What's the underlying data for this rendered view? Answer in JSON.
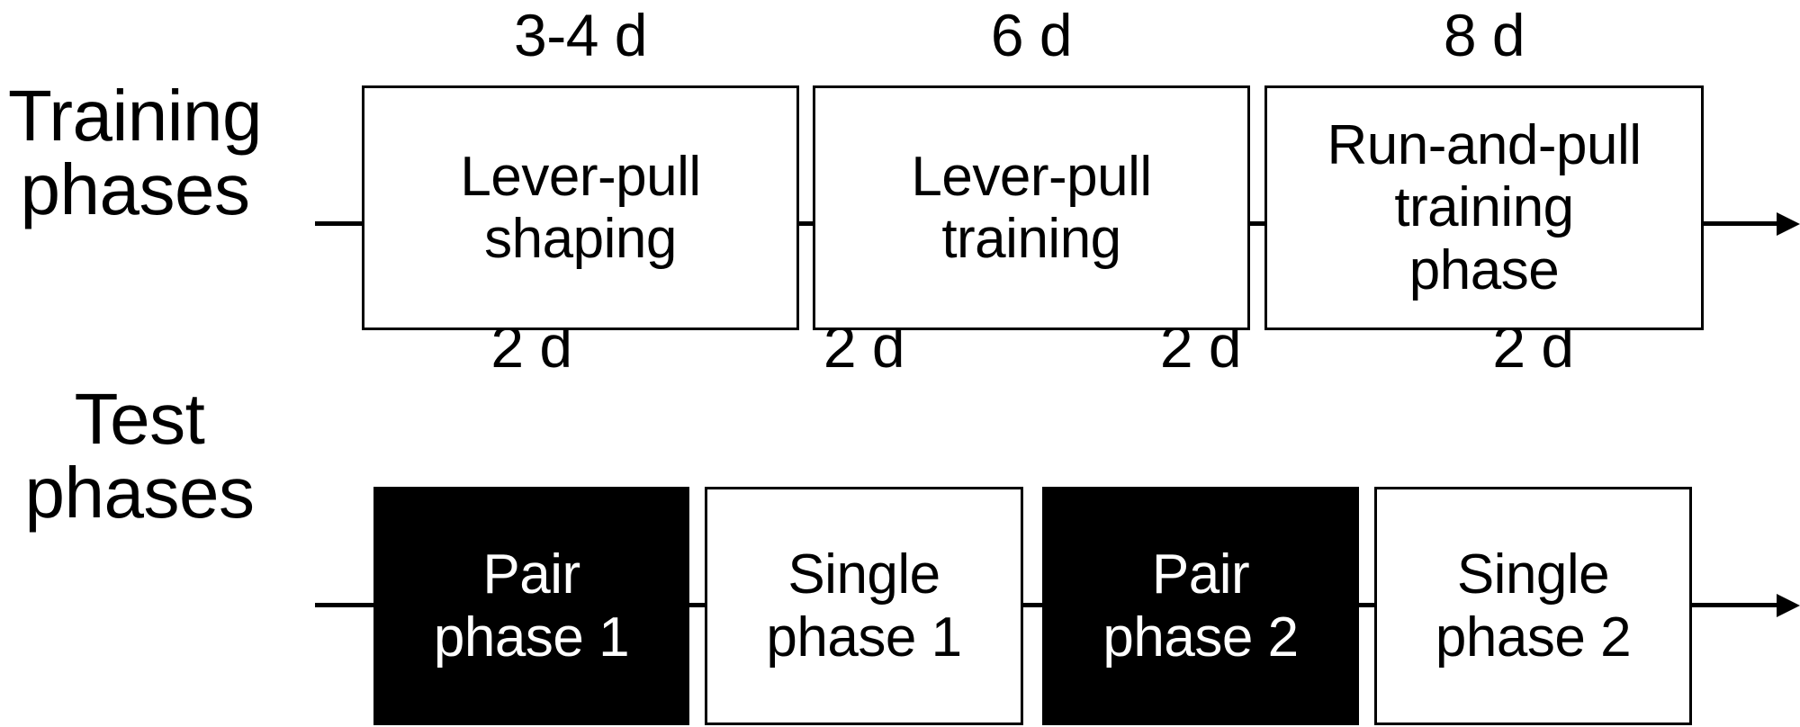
{
  "figure": {
    "type": "experimental-timeline-diagram",
    "rows": [
      {
        "id": "training",
        "label": "Training\nphases",
        "boxes": [
          {
            "duration": "3-4 d",
            "text": "Lever-pull\nshaping",
            "style": "light"
          },
          {
            "duration": "6 d",
            "text": "Lever-pull\ntraining",
            "style": "light"
          },
          {
            "duration": "8 d",
            "text": "Run-and-pull\ntraining\nphase",
            "style": "light"
          }
        ]
      },
      {
        "id": "test",
        "label": "Test\nphases",
        "boxes": [
          {
            "duration": "2 d",
            "text": "Pair\nphase 1",
            "style": "dark"
          },
          {
            "duration": "2 d",
            "text": "Single\nphase 1",
            "style": "light"
          },
          {
            "duration": "2 d",
            "text": "Pair\nphase 2",
            "style": "dark"
          },
          {
            "duration": "2 d",
            "text": "Single\nphase 2",
            "style": "light"
          }
        ]
      }
    ],
    "colors": {
      "background": "#ffffff",
      "stroke": "#000000",
      "dark_fill": "#000000",
      "dark_text": "#ffffff",
      "light_fill": "#ffffff",
      "light_text": "#000000"
    }
  }
}
